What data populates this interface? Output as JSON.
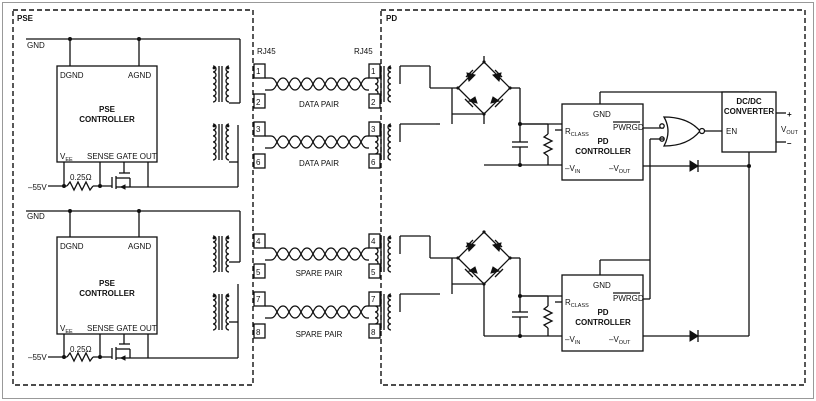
{
  "pse_label": "PSE",
  "pd_label": "PD",
  "connectors": {
    "left": "RJ45",
    "right": "RJ45"
  },
  "pse_blocks": [
    {
      "gnd": "GND",
      "dgnd": "DGND",
      "agnd": "AGND",
      "title1": "PSE",
      "title2": "CONTROLLER",
      "vee": "V",
      "vee_sub": "EE",
      "pins": "SENSE GATE  OUT",
      "supply": "–55V",
      "resistor": "0.25Ω"
    },
    {
      "gnd": "GND",
      "dgnd": "DGND",
      "agnd": "AGND",
      "title1": "PSE",
      "title2": "CONTROLLER",
      "vee": "V",
      "vee_sub": "EE",
      "pins": "SENSE GATE  OUT",
      "supply": "–55V",
      "resistor": "0.25Ω"
    }
  ],
  "pairs": [
    {
      "label": "DATA PAIR",
      "pin_top": "1",
      "pin_bottom": "2"
    },
    {
      "label": "DATA PAIR",
      "pin_top": "3",
      "pin_bottom": "6"
    },
    {
      "label": "SPARE PAIR",
      "pin_top": "4",
      "pin_bottom": "5"
    },
    {
      "label": "SPARE PAIR",
      "pin_top": "7",
      "pin_bottom": "8"
    }
  ],
  "pd_blocks": [
    {
      "gnd": "GND",
      "rclass": "R",
      "rclass_sub": "CLASS",
      "pwrgd": "PWRGD",
      "title1": "PD",
      "title2": "CONTROLLER",
      "vin": "–V",
      "vin_sub": "IN",
      "vout": "–V",
      "vout_sub": "OUT"
    },
    {
      "gnd": "GND",
      "rclass": "R",
      "rclass_sub": "CLASS",
      "pwrgd": "PWRGD",
      "title1": "PD",
      "title2": "CONTROLLER",
      "vin": "–V",
      "vin_sub": "IN",
      "vout": "–V",
      "vout_sub": "OUT"
    }
  ],
  "converter": {
    "title1": "DC/DC",
    "title2": "CONVERTER",
    "en": "EN",
    "plus": "+",
    "minus": "–",
    "vout": "V",
    "vout_sub": "OUT"
  }
}
